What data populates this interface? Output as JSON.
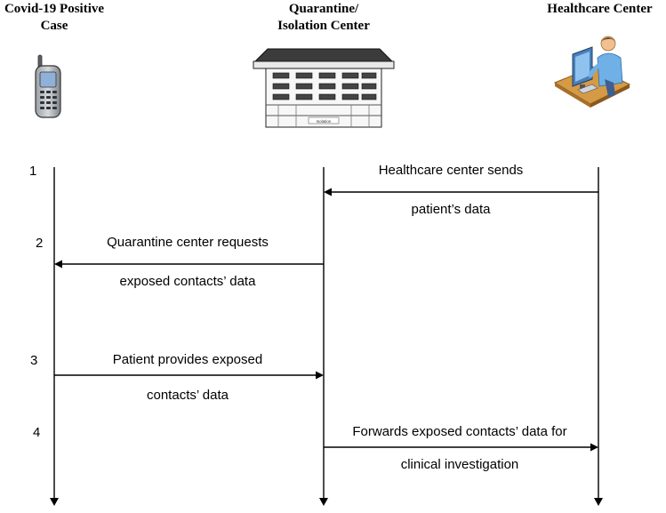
{
  "actors": [
    {
      "title_lines": [
        "Covid-19 Positive",
        "Case"
      ],
      "icon": "mobile-phone-icon"
    },
    {
      "title_lines": [
        "Quarantine/",
        "Isolation Center"
      ],
      "icon": "building-icon"
    },
    {
      "title_lines": [
        "Healthcare Center"
      ],
      "icon": "computer-user-icon"
    }
  ],
  "building_sign": "Isolation",
  "steps": [
    {
      "number": "1",
      "from": 2,
      "to": 1,
      "label_lines": [
        "Healthcare center sends",
        "patient’s data"
      ]
    },
    {
      "number": "2",
      "from": 1,
      "to": 0,
      "label_lines": [
        "Quarantine center requests",
        "exposed contacts’ data"
      ]
    },
    {
      "number": "3",
      "from": 0,
      "to": 1,
      "label_lines": [
        "Patient provides exposed",
        "contacts’ data"
      ]
    },
    {
      "number": "4",
      "from": 1,
      "to": 2,
      "label_lines": [
        "Forwards exposed contacts’ data for",
        "clinical investigation"
      ]
    }
  ],
  "colors": {
    "line": "#000000",
    "text": "#000000"
  }
}
